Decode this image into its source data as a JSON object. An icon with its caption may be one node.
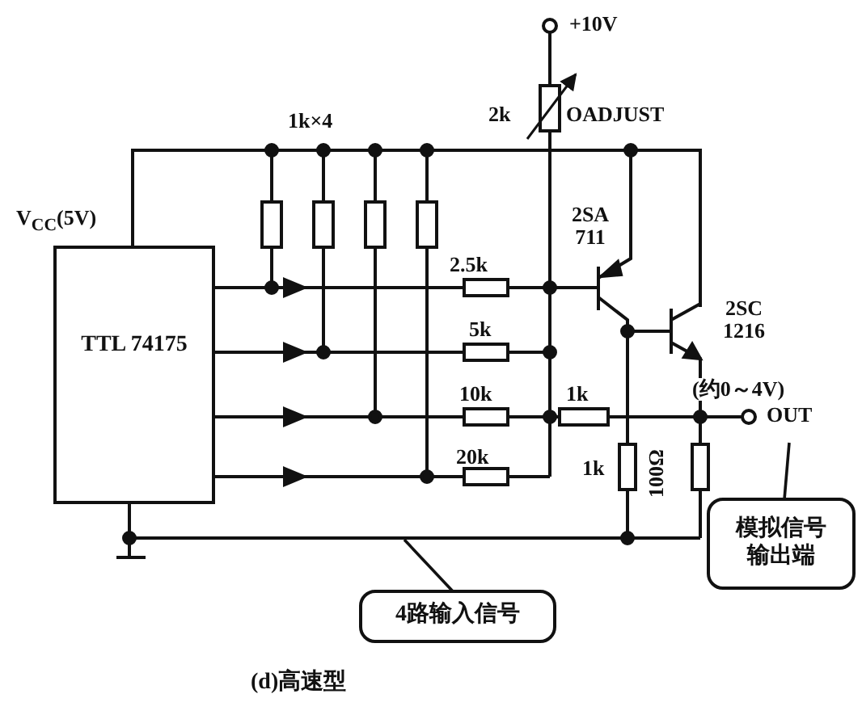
{
  "diagram": {
    "caption": "(d)高速型",
    "nodes": [
      {
        "text": [
          "TTL 74175"
        ]
      },
      {
        "text": [
          "4路输入信号"
        ]
      },
      {
        "text": [
          "模拟信号输出端"
        ]
      }
    ],
    "edges": [
      {
        "from": 1,
        "to": null,
        "arrow": "none"
      },
      {
        "from": 2,
        "to": null,
        "arrow": "none"
      }
    ],
    "labels": [
      "+10V",
      "2k",
      "OADJUST",
      "1k×4",
      "V$_{CC}$(5V)",
      "2SA 711",
      "2.5k",
      "2SC 1216",
      "5k",
      "10k",
      "1k",
      "(约0～4V)",
      "OUT",
      "20k",
      "1k",
      "100Ω"
    ]
  }
}
